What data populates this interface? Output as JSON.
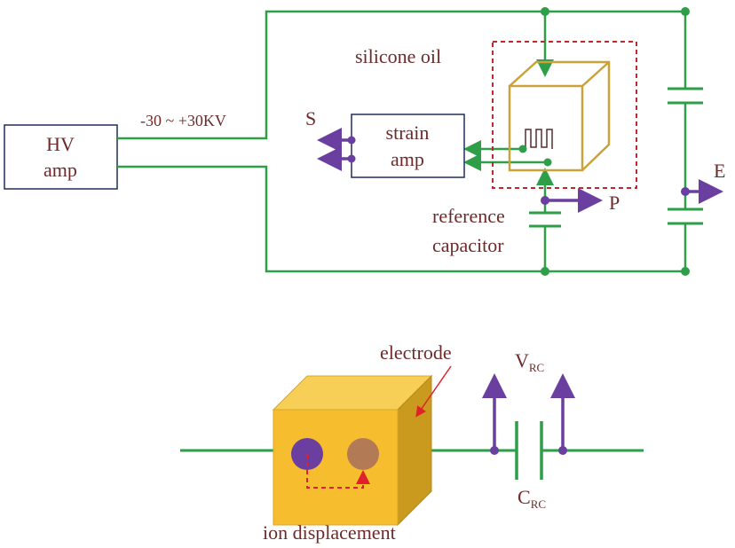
{
  "labels": {
    "hv_amp_line1": "HV",
    "hv_amp_line2": "amp",
    "voltage_range": "-30 ~ +30KV",
    "silicone_oil": "silicone oil",
    "strain_amp_line1": "strain",
    "strain_amp_line2": "amp",
    "s_output": "S",
    "e_output": "E",
    "p_output": "P",
    "reference_line1": "reference",
    "reference_line2": "capacitor",
    "electrode": "electrode",
    "v_rc_main": "V",
    "v_rc_sub": "RC",
    "c_rc_main": "C",
    "c_rc_sub": "RC",
    "ion_displacement": "ion displacement"
  },
  "colors": {
    "wire": "#2e9e48",
    "arrow": "#6a3fa0",
    "label": "#6e2a2a",
    "box_border": "#1f2d5c",
    "oil_border": "#c0262d",
    "cube_outline": "#c9a23a",
    "cube_front": "#f6bd2e",
    "cube_top": "#f8cf56",
    "cube_side": "#c99a1e",
    "ion_left": "#6a3fa0",
    "ion_right": "#b27a55",
    "displacement_arrow": "#e0202a"
  }
}
